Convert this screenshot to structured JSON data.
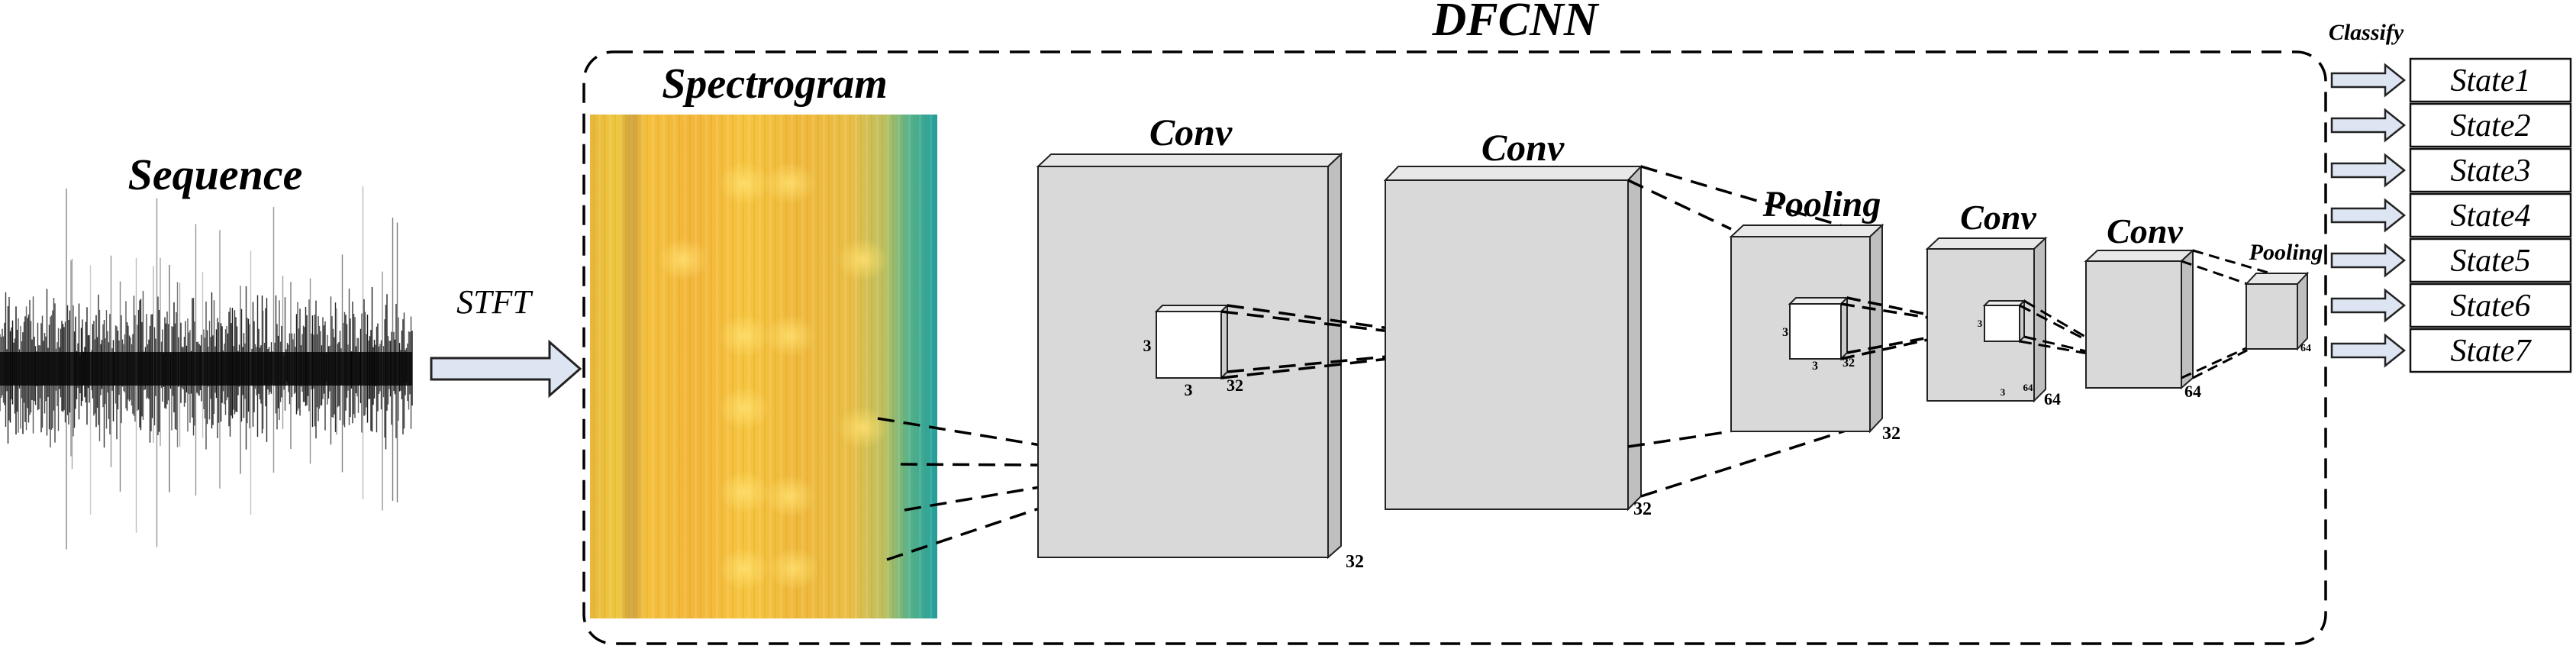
{
  "title": "DFCNN",
  "labels": {
    "sequence": "Sequence",
    "stft": "STFT",
    "spectrogram": "Spectrogram",
    "classify": "Classify"
  },
  "layers": {
    "conv1": {
      "name": "Conv",
      "depth": "32",
      "kernel_h": "3",
      "kernel_w": "3",
      "kernel_d": "32"
    },
    "conv2": {
      "name": "Conv",
      "depth": "32"
    },
    "pool1": {
      "name": "Pooling",
      "depth": "32",
      "kernel_h": "3",
      "kernel_w": "3",
      "kernel_d": "32"
    },
    "conv3": {
      "name": "Conv",
      "depth": "64",
      "kernel_h": "3",
      "kernel_w": "3",
      "kernel_d": "64"
    },
    "conv4": {
      "name": "Conv",
      "depth": "64"
    },
    "pool2": {
      "name": "Pooling",
      "depth": "64"
    }
  },
  "states": [
    "State1",
    "State2",
    "State3",
    "State4",
    "State5",
    "State6",
    "State7"
  ],
  "colors": {
    "box_face": "#d9d9d9",
    "box_side": "#bfbfbf",
    "box_top": "#e8e8e8",
    "spectrogram_warm": "#f2b233",
    "spectrogram_cool": "#2aa5a0",
    "arrow_fill": "#dde4f2"
  }
}
